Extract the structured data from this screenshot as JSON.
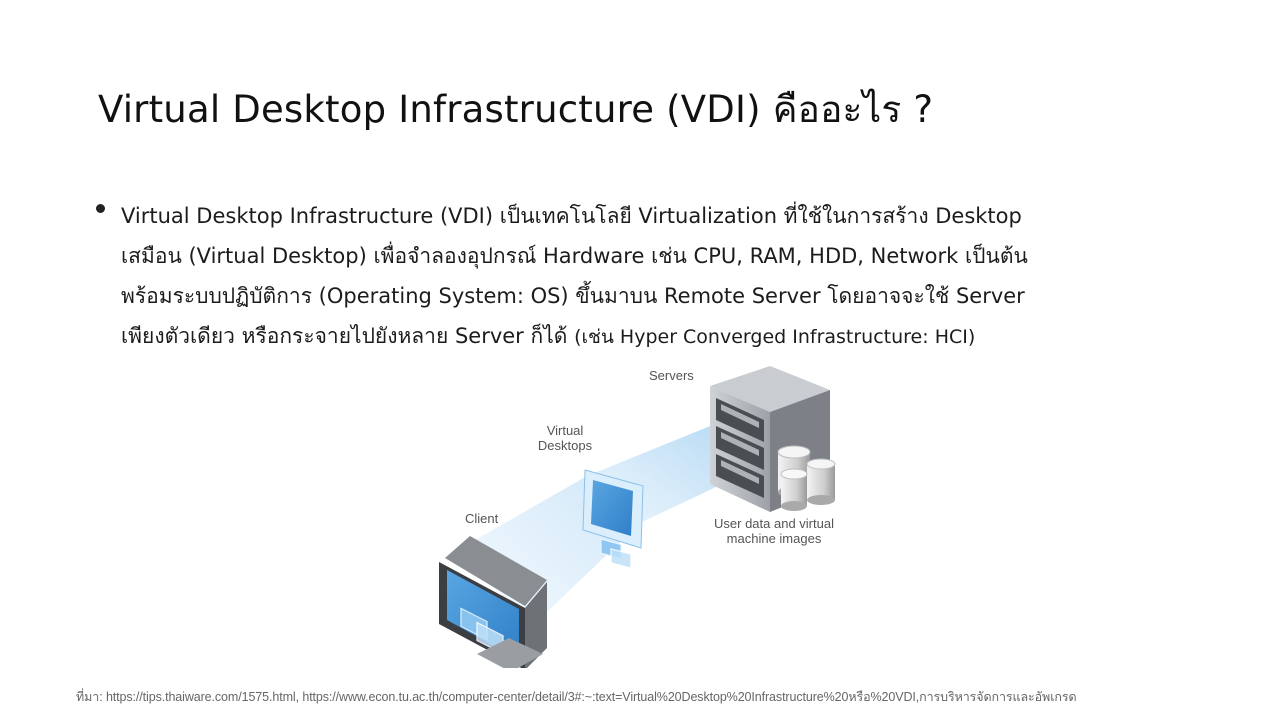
{
  "slide": {
    "title": "Virtual Desktop Infrastructure (VDI) คืออะไร ?",
    "bullet": {
      "line1": "Virtual Desktop Infrastructure (VDI) เป็นเทคโนโลยี Virtualization ที่ใช้ในการสร้าง Desktop",
      "line2": "เสมือน (Virtual Desktop) เพื่อจำลองอุปกรณ์ Hardware เช่น CPU, RAM, HDD, Network เป็นต้น",
      "line3": "พร้อมระบบปฏิบัติการ (Operating System: OS) ขึ้นมาบน Remote Server โดยอาจจะใช้ Server",
      "line4_main": "เพียงตัวเดียว หรือกระจายไปยังหลาย Server ก็ได้ ",
      "line4_note": "(เช่น Hyper Converged Infrastructure: HCI)"
    },
    "diagram": {
      "servers_label": "Servers",
      "virtual_desktops_label_1": "Virtual",
      "virtual_desktops_label_2": "Desktops",
      "client_label": "Client",
      "storage_label_1": "User data and virtual",
      "storage_label_2": "machine images"
    },
    "source": "ที่มา: https://tips.thaiware.com/1575.html, https://www.econ.tu.ac.th/computer-center/detail/3#:~:text=Virtual%20Desktop%20Infrastructure%20หรือ%20VDI,การบริหารจัดการและอัพเกรด"
  }
}
